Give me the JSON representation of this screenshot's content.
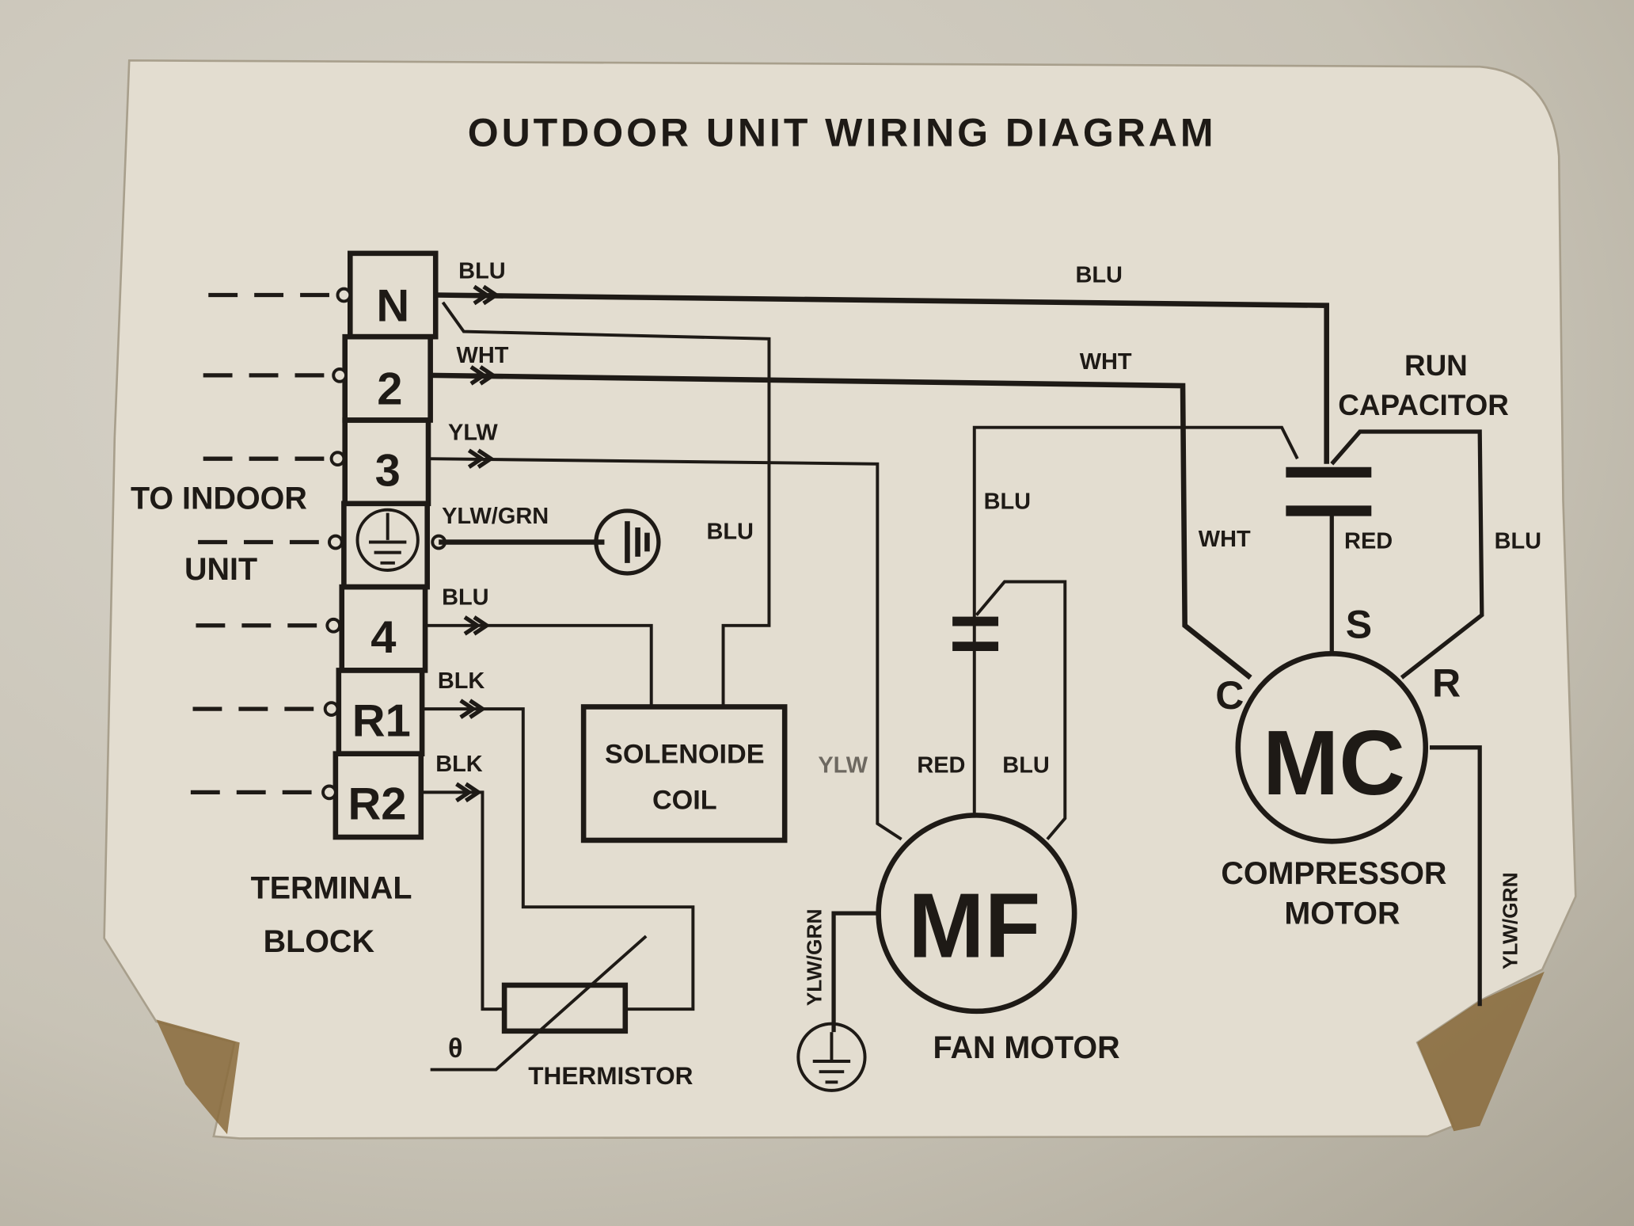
{
  "title": "OUTDOOR UNIT WIRING DIAGRAM",
  "colors": {
    "label_bg": "#e3ddd0",
    "ink": "#1e1a16",
    "surround": "#cbc6ba",
    "stain": "#8a6b3c"
  },
  "to_indoor_label": [
    "TO INDOOR",
    "UNIT"
  ],
  "terminal_block": {
    "label": [
      "TERMINAL",
      "BLOCK"
    ],
    "terminals": [
      {
        "id": "N",
        "wire_color": "BLU"
      },
      {
        "id": "2",
        "wire_color": "WHT"
      },
      {
        "id": "3",
        "wire_color": "YLW"
      },
      {
        "id": "earth-icon",
        "wire_color": "YLW/GRN"
      },
      {
        "id": "4",
        "wire_color": "BLU"
      },
      {
        "id": "R1",
        "wire_color": "BLK"
      },
      {
        "id": "R2",
        "wire_color": "BLK"
      }
    ]
  },
  "wire_labels": {
    "n_to_capacitor": "BLU",
    "t2_to_compressor": "WHT",
    "n_to_solenoid": "BLU",
    "fan_cap_top": "BLU",
    "compressor_c": "WHT",
    "capacitor_s": "RED",
    "capacitor_r": "BLU",
    "fan_ylw": "YLW",
    "fan_red": "RED",
    "fan_blu": "BLU",
    "fan_ground": "YLW/GRN",
    "compressor_ground": "YLW/GRN"
  },
  "components": {
    "solenoid": [
      "SOLENOIDE",
      "COIL"
    ],
    "fan_motor": {
      "symbol": "MF",
      "label": "FAN MOTOR"
    },
    "compressor": {
      "symbol": "MC",
      "label": [
        "COMPRESSOR",
        "MOTOR"
      ],
      "terminals": [
        "C",
        "S",
        "R"
      ]
    },
    "run_capacitor": [
      "RUN",
      "CAPACITOR"
    ],
    "thermistor": {
      "label": "THERMISTOR",
      "symbol": "θ"
    }
  }
}
